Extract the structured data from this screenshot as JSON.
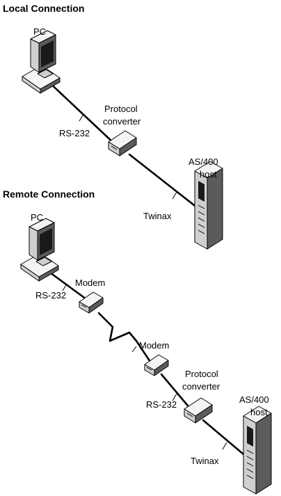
{
  "sections": {
    "local": {
      "title": "Local Connection",
      "pc_label": "PC",
      "cable_label": "RS-232",
      "converter_label_line1": "Protocol",
      "converter_label_line2": "converter",
      "host_label_line1": "AS/400",
      "host_label_line2": "host",
      "twinax_label": "Twinax"
    },
    "remote": {
      "title": "Remote Connection",
      "pc_label": "PC",
      "modem1_label": "Modem",
      "cable1_label": "RS-232",
      "modem2_label": "Modem",
      "converter_label_line1": "Protocol",
      "converter_label_line2": "converter",
      "cable2_label": "RS-232",
      "host_label_line1": "AS/400",
      "host_label_line2": "host",
      "twinax_label": "Twinax"
    }
  },
  "icons": [
    "pc-icon",
    "protocol-converter-icon",
    "modem-icon",
    "as400-host-icon"
  ]
}
